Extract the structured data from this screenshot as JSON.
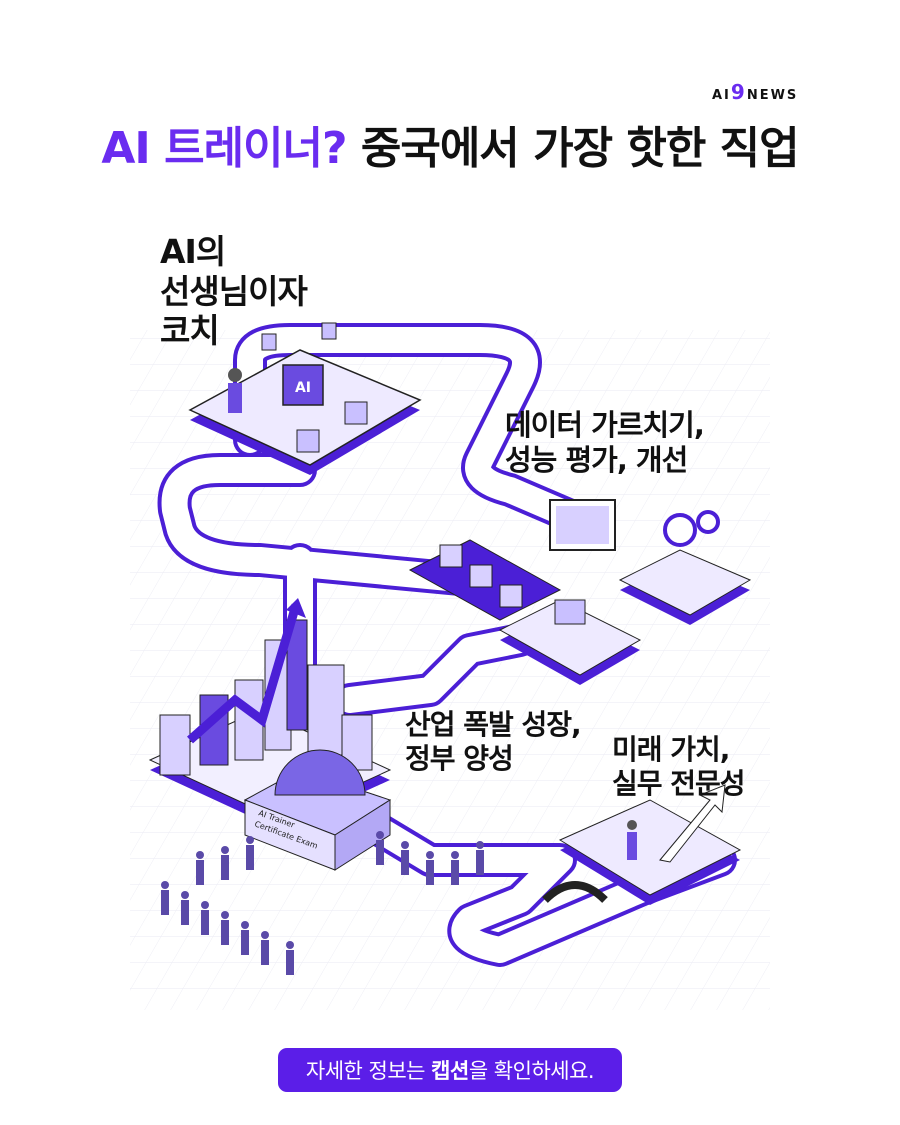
{
  "logo": {
    "prefix": "AI",
    "nine": "9",
    "suffix": "NEWS"
  },
  "title": {
    "accent": "AI 트레이너?",
    "rest": " 중국에서 가장 핫한 직업"
  },
  "labels": {
    "teacher": [
      "AI의",
      "선생님이자",
      "코치"
    ],
    "data": [
      "데이터 가르치기,",
      "성능 평가, 개선"
    ],
    "industry": [
      "산업 폭발 성장,",
      "정부 양성"
    ],
    "future": [
      "미래 가치,",
      "실무 전문성"
    ]
  },
  "illustration": {
    "cube_label": "AI",
    "building_sign": [
      "AI Trainer",
      "Certificate Exam"
    ]
  },
  "cta": {
    "before": "자세한 정보는 ",
    "bold": "캡션",
    "after": "을 확인하세요."
  },
  "colors": {
    "accent": "#6a2cf0",
    "button": "#5b1ee8",
    "path": "#4b1fd6"
  }
}
